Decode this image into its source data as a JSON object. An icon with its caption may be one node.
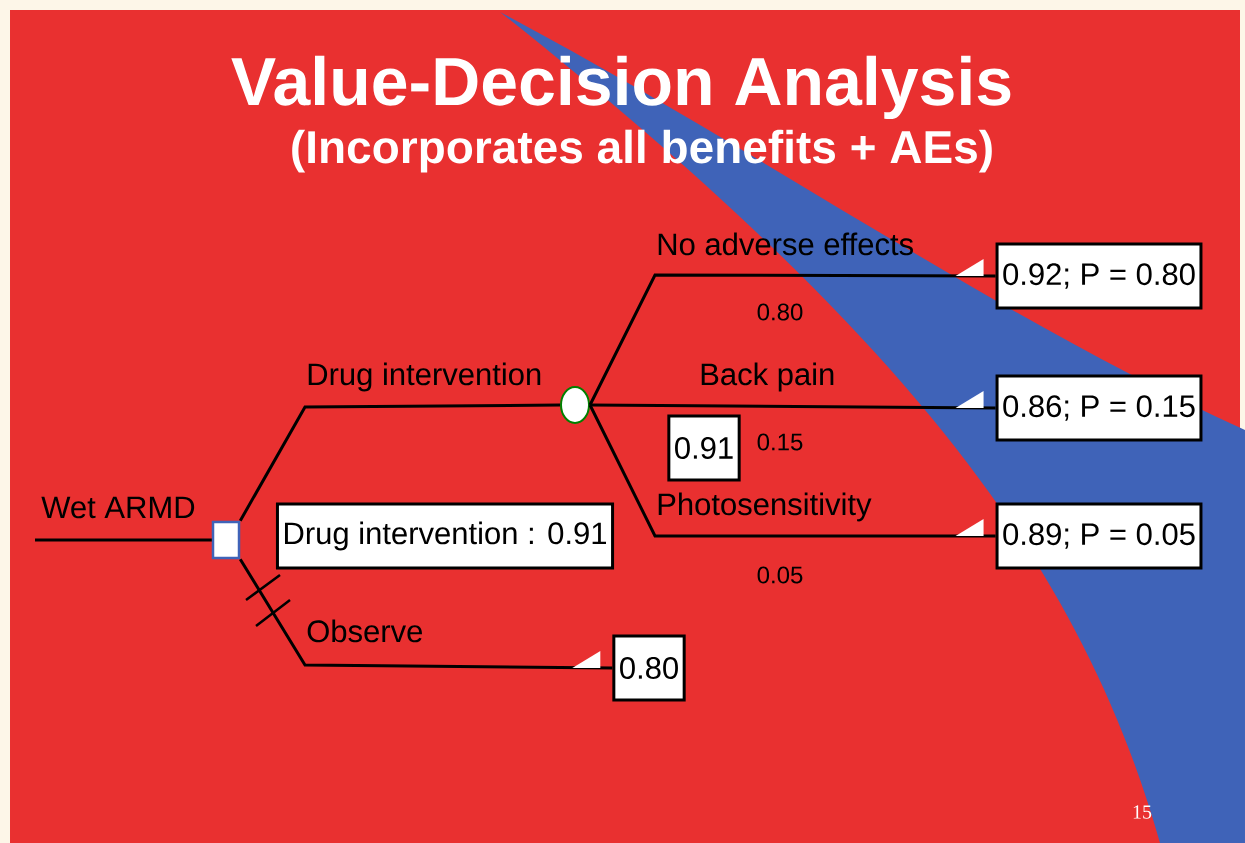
{
  "diagram": {
    "title": "Value-Decision Analysis",
    "caption": "(Incorporates all benefits + AEs)",
    "nodes": [
      {
        "text": [],
        "shape": "box"
      },
      {
        "text": [
          "Drug intervention : 0.91"
        ]
      },
      {
        "text": [],
        "shape": "circle"
      },
      {
        "text": [
          "0.91"
        ]
      },
      {
        "text": [
          "0.92; P = 0.80"
        ]
      },
      {
        "text": [
          "0.86; P = 0.15"
        ]
      },
      {
        "text": [
          "0.89; P = 0.05"
        ]
      },
      {
        "text": [
          "0.80"
        ]
      }
    ],
    "edges": [
      {
        "from": null,
        "to": 0,
        "arrow": "none",
        "label": "Wet ARMD"
      },
      {
        "from": 0,
        "to": 2,
        "arrow": "none",
        "label": "Drug intervention"
      },
      {
        "from": 0,
        "to": 7,
        "arrow": "none",
        "label": "Observe"
      },
      {
        "from": 2,
        "to": 4,
        "arrow": "none",
        "label": "No adverse effects"
      },
      {
        "from": 2,
        "to": 5,
        "arrow": "none",
        "label": "Back pain"
      },
      {
        "from": 2,
        "to": 6,
        "arrow": "none",
        "label": "Photosensitivity"
      }
    ],
    "labels": [
      "0.80",
      "0.15",
      "0.05",
      "15"
    ]
  }
}
